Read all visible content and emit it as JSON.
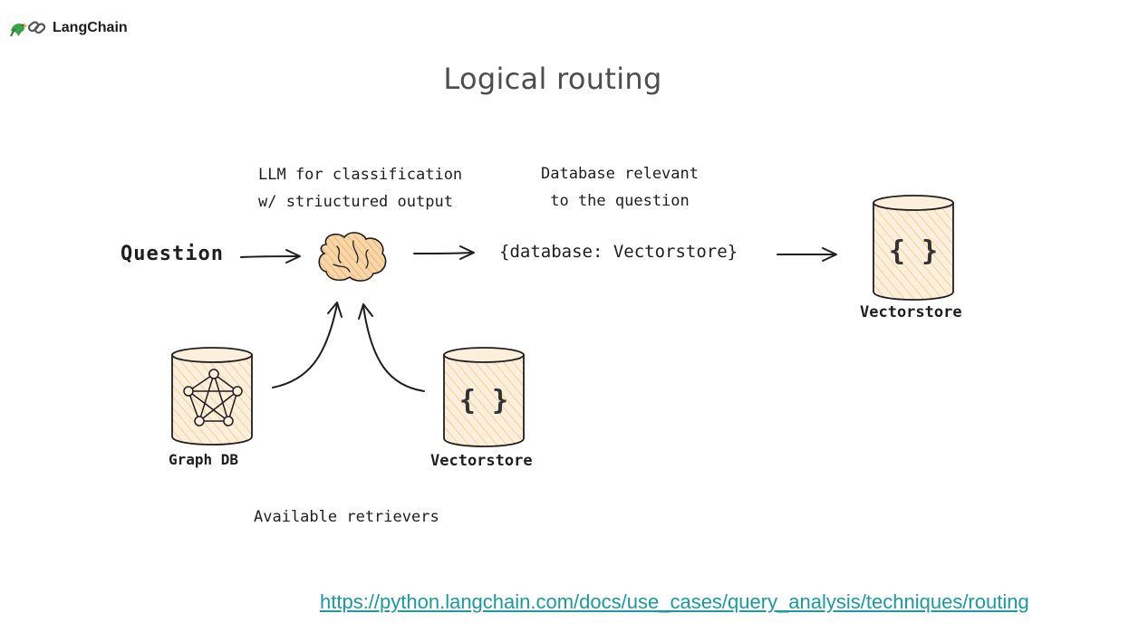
{
  "brand": {
    "name": "LangChain",
    "icon": "parrot-link-icon"
  },
  "title": "Logical routing",
  "labels": {
    "llm_caption_line1": "LLM for classification",
    "llm_caption_line2": "w/ striuctured output",
    "db_caption_line1": "Database relevant",
    "db_caption_line2": "to the question",
    "question": "Question",
    "structured_output": "{database: Vectorstore}",
    "vectorstore_right": "Vectorstore",
    "graph_db": "Graph DB",
    "vectorstore_bottom": "Vectorstore",
    "available_retrievers": "Available retrievers",
    "braces_symbol": "{ }"
  },
  "link": {
    "text": "https://python.langchain.com/docs/use_cases/query_analysis/techniques/routing"
  },
  "colors": {
    "cylinder_fill": "#fcefdc",
    "cylinder_hatch": "#f6cf9a",
    "brain_fill": "#f4c990",
    "stroke": "#1e1e1e",
    "link": "#1a9aa0"
  }
}
